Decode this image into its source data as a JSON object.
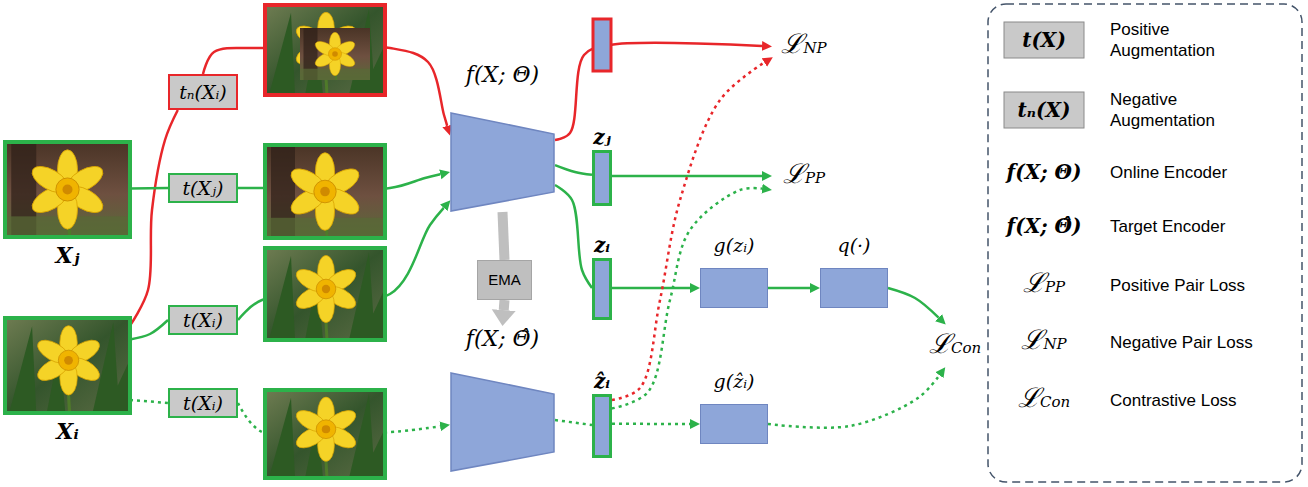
{
  "diagram": {
    "nodes": [
      {
        "text": [
          "Xⱼ"
        ]
      },
      {
        "text": [
          "Xᵢ"
        ]
      },
      {
        "text": [
          "tₙ(Xᵢ)"
        ]
      },
      {
        "text": [
          "t(Xⱼ)"
        ]
      },
      {
        "text": [
          "t(Xᵢ)"
        ]
      },
      {
        "text": [
          "t(Xᵢ)"
        ]
      },
      {
        "text": [
          "EMA"
        ]
      },
      {
        "text": [
          "f(X; Θ)"
        ]
      },
      {
        "text": [
          "f(X; Θ̂)"
        ]
      },
      {
        "text": [
          "zⱼ"
        ]
      },
      {
        "text": [
          "zᵢ"
        ]
      },
      {
        "text": [
          "ẑᵢ"
        ]
      },
      {
        "text": [
          "g(zᵢ)"
        ]
      },
      {
        "text": [
          "q(·)"
        ]
      },
      {
        "text": [
          "g(ẑᵢ)"
        ]
      },
      {
        "text": [
          "ℒNP"
        ]
      },
      {
        "text": [
          "ℒPP"
        ]
      },
      {
        "text": [
          "ℒCon"
        ]
      }
    ],
    "edges": [
      {
        "from": 1,
        "to": 2,
        "arrow": "none"
      },
      {
        "from": 2,
        "to": 7,
        "arrow": "to"
      },
      {
        "from": 0,
        "to": 3,
        "arrow": "none"
      },
      {
        "from": 3,
        "to": 7,
        "arrow": "to"
      },
      {
        "from": 1,
        "to": 4,
        "arrow": "none"
      },
      {
        "from": 4,
        "to": 7,
        "arrow": "to"
      },
      {
        "from": 1,
        "to": 5,
        "arrow": "none"
      },
      {
        "from": 5,
        "to": 8,
        "arrow": "to"
      },
      {
        "from": 7,
        "to": 6,
        "arrow": "none"
      },
      {
        "from": 6,
        "to": 8,
        "arrow": "to"
      },
      {
        "from": 7,
        "to": 15,
        "arrow": "to"
      },
      {
        "from": 7,
        "to": 9,
        "arrow": "none"
      },
      {
        "from": 9,
        "to": 16,
        "arrow": "to"
      },
      {
        "from": 7,
        "to": 10,
        "arrow": "none"
      },
      {
        "from": 10,
        "to": 12,
        "arrow": "to"
      },
      {
        "from": 12,
        "to": 13,
        "arrow": "to"
      },
      {
        "from": 13,
        "to": 17,
        "arrow": "to"
      },
      {
        "from": 8,
        "to": 11,
        "arrow": "none"
      },
      {
        "from": 11,
        "to": 15,
        "arrow": "to"
      },
      {
        "from": 11,
        "to": 16,
        "arrow": "to"
      },
      {
        "from": 11,
        "to": 14,
        "arrow": "to"
      },
      {
        "from": 14,
        "to": 17,
        "arrow": "to"
      }
    ],
    "labels": [
      "t(X)",
      "tₙ(X)",
      "f(X; Θ)",
      "f(X; Θ̂)",
      "ℒPP",
      "ℒNP",
      "ℒCon"
    ],
    "legend": [
      {
        "text": "Positive Augmentation"
      },
      {
        "text": "Negative Augmentation"
      },
      {
        "text": "Online Encoder"
      },
      {
        "text": "Target Encoder"
      },
      {
        "text": "Positive Pair Loss"
      },
      {
        "text": "Negative Pair Loss"
      },
      {
        "text": "Contrastive Loss"
      }
    ]
  }
}
